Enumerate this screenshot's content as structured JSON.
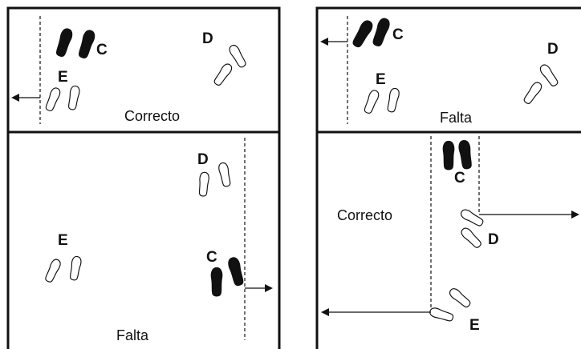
{
  "panels": {
    "top_left": {
      "caption": "Correcto",
      "foot_label_dark": "C",
      "foot_label_right": "D",
      "foot_label_left": "E"
    },
    "bottom_left": {
      "caption": "Falta",
      "foot_label_dark": "C",
      "foot_label_right": "D",
      "foot_label_left": "E"
    },
    "top_right": {
      "caption": "Falta",
      "foot_label_dark": "C",
      "foot_label_right": "D",
      "foot_label_left": "E"
    },
    "bottom_right": {
      "caption": "Correcto",
      "foot_label_dark": "C",
      "foot_label_right": "D",
      "foot_label_left": "E"
    }
  },
  "colors": {
    "line": "#111111",
    "dark_foot": "#111111",
    "background": "#ffffff"
  }
}
